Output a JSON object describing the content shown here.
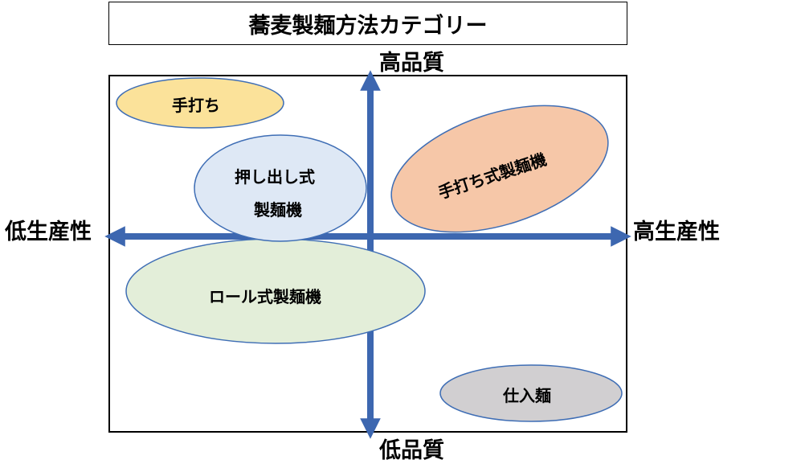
{
  "title": "蕎麦製麺方法カテゴリー",
  "axes": {
    "top": "高品質",
    "bottom": "低品質",
    "left": "低生産性",
    "right": "高生産性"
  },
  "categories": {
    "hand": "手打ち",
    "extrusion_line1": "押し出し式",
    "extrusion_line2": "製麺機",
    "hand_machine": "手打ち式製麺機",
    "roll": "ロール式製麺機",
    "purchased": "仕入麺"
  },
  "colors": {
    "axis": "#3d67b0",
    "hand": "#fbe29a",
    "extrusion": "#dee8f5",
    "hand_machine": "#f6c7a8",
    "roll": "#e3eed9",
    "purchased": "#d1cfd1",
    "outline": "#3f6eb5"
  }
}
